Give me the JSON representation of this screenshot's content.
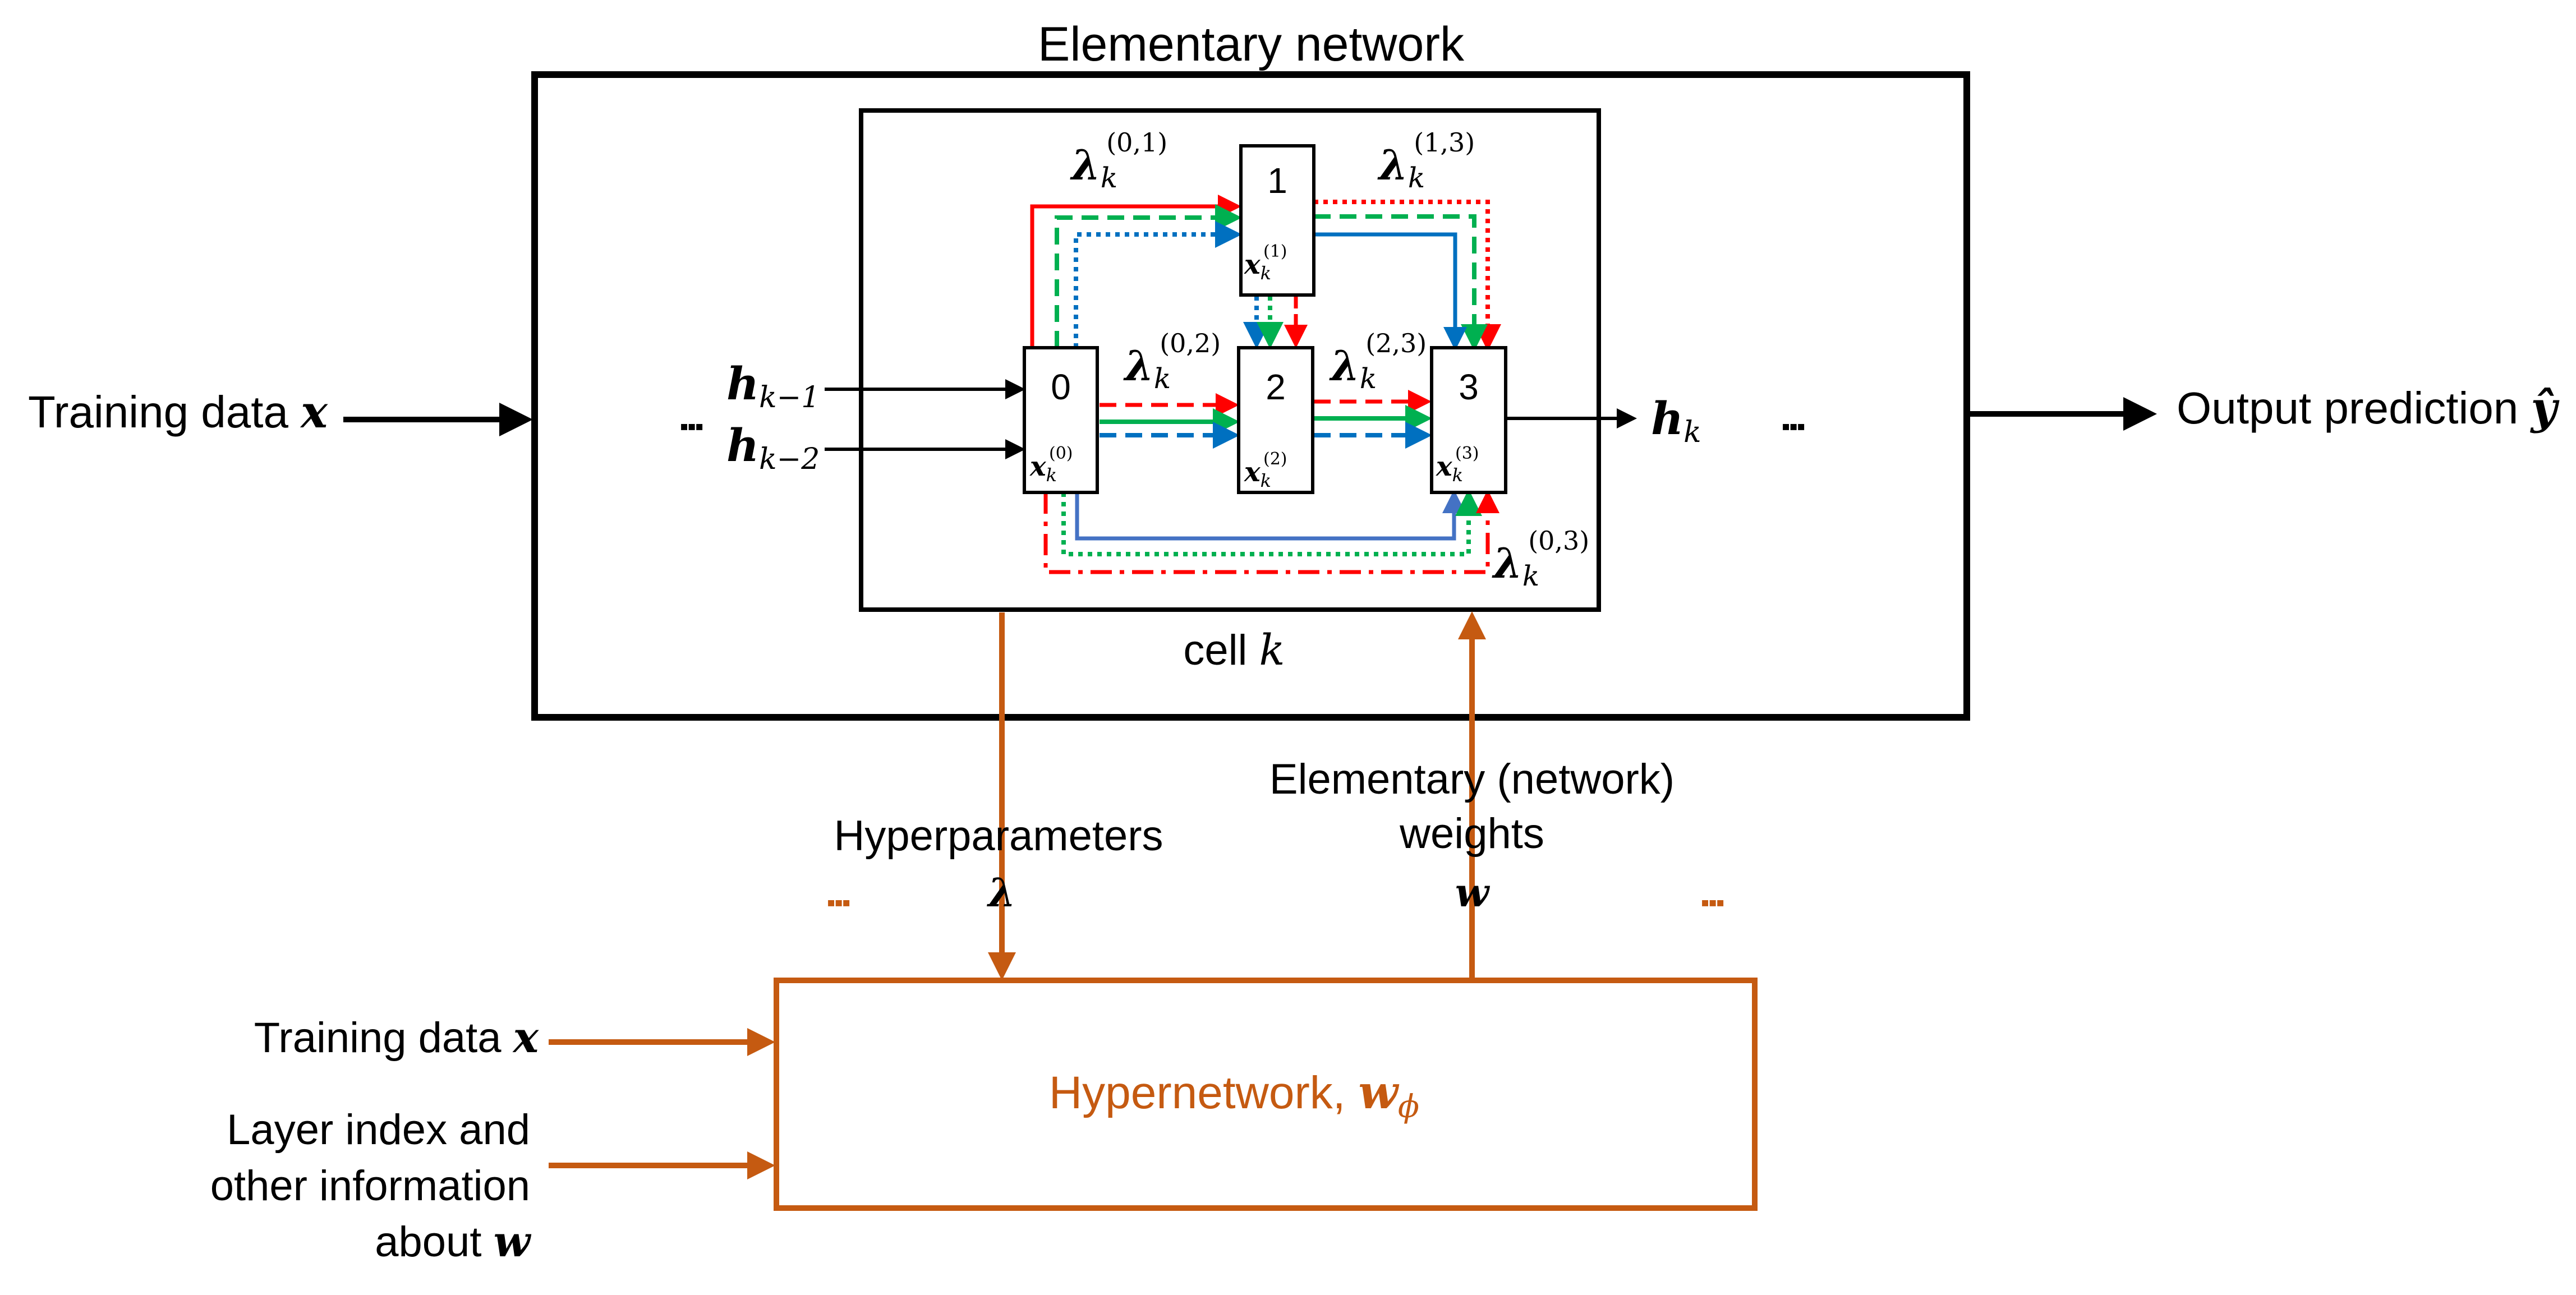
{
  "title": "Elementary network",
  "cell_label": {
    "prefix": "cell ",
    "var": "k"
  },
  "left_input": {
    "text": "Training data ",
    "var": "x"
  },
  "output": {
    "text": "Output prediction ",
    "var": "ŷ"
  },
  "ellipsis": "▪▪▪",
  "hidden_inputs": [
    {
      "main": "h",
      "sub": "k−1"
    },
    {
      "main": "h",
      "sub": "k−2"
    }
  ],
  "hidden_output": {
    "main": "h",
    "sub": "k"
  },
  "nodes": [
    {
      "id": "0",
      "main": "x",
      "sub": "k",
      "sup": "(0)"
    },
    {
      "id": "1",
      "main": "x",
      "sub": "k",
      "sup": "(1)"
    },
    {
      "id": "2",
      "main": "x",
      "sub": "k",
      "sup": "(2)"
    },
    {
      "id": "3",
      "main": "x",
      "sub": "k",
      "sup": "(3)"
    }
  ],
  "lambdas": [
    {
      "main": "λ",
      "sub": "k",
      "sup": "(0,1)"
    },
    {
      "main": "λ",
      "sub": "k",
      "sup": "(1,3)"
    },
    {
      "main": "λ",
      "sub": "k",
      "sup": "(0,2)"
    },
    {
      "main": "λ",
      "sub": "k",
      "sup": "(2,3)"
    },
    {
      "main": "λ",
      "sub": "k",
      "sup": "(0,3)"
    }
  ],
  "hyperparameters": {
    "label": "Hyperparameters",
    "var": "λ"
  },
  "weights": {
    "line1": "Elementary (network)",
    "line2": "weights",
    "var": "w"
  },
  "hypernetwork": {
    "text": "Hypernetwork, ",
    "main": "w",
    "sub": "ϕ"
  },
  "hyper_input1": {
    "text": "Training data ",
    "var": "x"
  },
  "hyper_input2": {
    "line1": "Layer index and",
    "line2": "other information",
    "line3": "about ",
    "var": "w"
  },
  "colors": {
    "black": "#000000",
    "red": "#ff0000",
    "green": "#00b050",
    "blue": "#0070c0",
    "steel_blue": "#4472c4",
    "orange": "#c55a11"
  }
}
